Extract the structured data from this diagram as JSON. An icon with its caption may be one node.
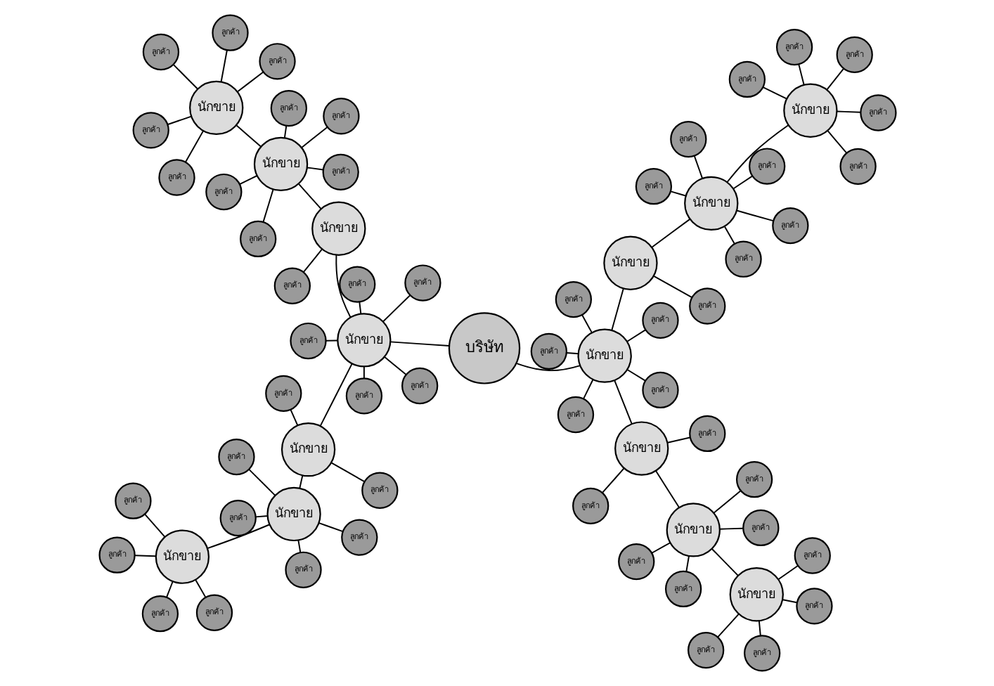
{
  "diagram": {
    "nodes": [
      {
        "text": [
          "บริษัท"
        ]
      },
      {
        "text": [
          "นักขาย"
        ]
      },
      {
        "text": [
          "นักขาย"
        ]
      },
      {
        "text": [
          "นักขาย"
        ]
      },
      {
        "text": [
          "นักขาย"
        ]
      },
      {
        "text": [
          "นักขาย"
        ]
      },
      {
        "text": [
          "นักขาย"
        ]
      },
      {
        "text": [
          "นักขาย"
        ]
      },
      {
        "text": [
          "นักขาย"
        ]
      },
      {
        "text": [
          "นักขาย"
        ]
      },
      {
        "text": [
          "นักขาย"
        ]
      },
      {
        "text": [
          "นักขาย"
        ]
      },
      {
        "text": [
          "นักขาย"
        ]
      },
      {
        "text": [
          "นักขาย"
        ]
      },
      {
        "text": [
          "นักขาย"
        ]
      },
      {
        "text": [
          "ลูกค้า"
        ]
      },
      {
        "text": [
          "ลูกค้า"
        ]
      },
      {
        "text": [
          "ลูกค้า"
        ]
      },
      {
        "text": [
          "ลูกค้า"
        ]
      },
      {
        "text": [
          "ลูกค้า"
        ]
      },
      {
        "text": [
          "ลูกค้า"
        ]
      },
      {
        "text": [
          "ลูกค้า"
        ]
      },
      {
        "text": [
          "ลูกค้า"
        ]
      },
      {
        "text": [
          "ลูกค้า"
        ]
      },
      {
        "text": [
          "ลูกค้า"
        ]
      },
      {
        "text": [
          "ลูกค้า"
        ]
      },
      {
        "text": [
          "ลูกค้า"
        ]
      },
      {
        "text": [
          "ลูกค้า"
        ]
      },
      {
        "text": [
          "ลูกค้า"
        ]
      },
      {
        "text": [
          "ลูกค้า"
        ]
      },
      {
        "text": [
          "ลูกค้า"
        ]
      },
      {
        "text": [
          "ลูกค้า"
        ]
      },
      {
        "text": [
          "ลูกค้า"
        ]
      },
      {
        "text": [
          "ลูกค้า"
        ]
      },
      {
        "text": [
          "ลูกค้า"
        ]
      },
      {
        "text": [
          "ลูกค้า"
        ]
      },
      {
        "text": [
          "ลูกค้า"
        ]
      },
      {
        "text": [
          "ลูกค้า"
        ]
      },
      {
        "text": [
          "ลูกค้า"
        ]
      },
      {
        "text": [
          "ลูกค้า"
        ]
      },
      {
        "text": [
          "ลูกค้า"
        ]
      },
      {
        "text": [
          "ลูกค้า"
        ]
      },
      {
        "text": [
          "ลูกค้า"
        ]
      },
      {
        "text": [
          "ลูกค้า"
        ]
      },
      {
        "text": [
          "ลูกค้า"
        ]
      },
      {
        "text": [
          "ลูกค้า"
        ]
      },
      {
        "text": [
          "ลูกค้า"
        ]
      },
      {
        "text": [
          "ลูกค้า"
        ]
      },
      {
        "text": [
          "ลูกค้า"
        ]
      },
      {
        "text": [
          "ลูกค้า"
        ]
      },
      {
        "text": [
          "ลูกค้า"
        ]
      },
      {
        "text": [
          "ลูกค้า"
        ]
      },
      {
        "text": [
          "ลูกค้า"
        ]
      },
      {
        "text": [
          "ลูกค้า"
        ]
      },
      {
        "text": [
          "ลูกค้า"
        ]
      },
      {
        "text": [
          "ลูกค้า"
        ]
      },
      {
        "text": [
          "ลูกค้า"
        ]
      },
      {
        "text": [
          "ลูกค้า"
        ]
      },
      {
        "text": [
          "ลูกค้า"
        ]
      },
      {
        "text": [
          "ลูกค้า"
        ]
      },
      {
        "text": [
          "ลูกค้า"
        ]
      },
      {
        "text": [
          "ลูกค้า"
        ]
      },
      {
        "text": [
          "ลูกค้า"
        ]
      },
      {
        "text": [
          "ลูกค้า"
        ]
      },
      {
        "text": [
          "ลูกค้า"
        ]
      },
      {
        "text": [
          "ลูกค้า"
        ]
      },
      {
        "text": [
          "ลูกค้า"
        ]
      }
    ],
    "edges": [
      {
        "from": 0,
        "to": 2,
        "arrow": "none"
      },
      {
        "from": 0,
        "to": 3,
        "arrow": "none"
      },
      {
        "from": 2,
        "to": 1,
        "arrow": "none"
      },
      {
        "from": 1,
        "to": 5,
        "arrow": "none"
      },
      {
        "from": 5,
        "to": 9,
        "arrow": "none"
      },
      {
        "from": 2,
        "to": 6,
        "arrow": "none"
      },
      {
        "from": 6,
        "to": 10,
        "arrow": "none"
      },
      {
        "from": 10,
        "to": 13,
        "arrow": "none"
      },
      {
        "from": 3,
        "to": 7,
        "arrow": "none"
      },
      {
        "from": 7,
        "to": 11,
        "arrow": "none"
      },
      {
        "from": 11,
        "to": 14,
        "arrow": "none"
      },
      {
        "from": 3,
        "to": 4,
        "arrow": "none"
      },
      {
        "from": 4,
        "to": 8,
        "arrow": "none"
      },
      {
        "from": 8,
        "to": 12,
        "arrow": "none"
      },
      {
        "from": 1,
        "to": 15,
        "arrow": "none"
      },
      {
        "from": 1,
        "to": 16,
        "arrow": "none"
      },
      {
        "from": 2,
        "to": 17,
        "arrow": "none"
      },
      {
        "from": 2,
        "to": 18,
        "arrow": "none"
      },
      {
        "from": 2,
        "to": 19,
        "arrow": "none"
      },
      {
        "from": 2,
        "to": 20,
        "arrow": "none"
      },
      {
        "from": 2,
        "to": 21,
        "arrow": "none"
      },
      {
        "from": 3,
        "to": 22,
        "arrow": "none"
      },
      {
        "from": 3,
        "to": 23,
        "arrow": "none"
      },
      {
        "from": 3,
        "to": 24,
        "arrow": "none"
      },
      {
        "from": 3,
        "to": 25,
        "arrow": "none"
      },
      {
        "from": 3,
        "to": 26,
        "arrow": "none"
      },
      {
        "from": 4,
        "to": 27,
        "arrow": "none"
      },
      {
        "from": 4,
        "to": 28,
        "arrow": "none"
      },
      {
        "from": 5,
        "to": 29,
        "arrow": "none"
      },
      {
        "from": 5,
        "to": 30,
        "arrow": "none"
      },
      {
        "from": 5,
        "to": 31,
        "arrow": "none"
      },
      {
        "from": 5,
        "to": 32,
        "arrow": "none"
      },
      {
        "from": 6,
        "to": 33,
        "arrow": "none"
      },
      {
        "from": 7,
        "to": 34,
        "arrow": "none"
      },
      {
        "from": 8,
        "to": 35,
        "arrow": "none"
      },
      {
        "from": 8,
        "to": 36,
        "arrow": "none"
      },
      {
        "from": 8,
        "to": 37,
        "arrow": "none"
      },
      {
        "from": 8,
        "to": 38,
        "arrow": "none"
      },
      {
        "from": 9,
        "to": 39,
        "arrow": "none"
      },
      {
        "from": 9,
        "to": 40,
        "arrow": "none"
      },
      {
        "from": 9,
        "to": 41,
        "arrow": "none"
      },
      {
        "from": 9,
        "to": 42,
        "arrow": "none"
      },
      {
        "from": 10,
        "to": 43,
        "arrow": "none"
      },
      {
        "from": 10,
        "to": 44,
        "arrow": "none"
      },
      {
        "from": 10,
        "to": 45,
        "arrow": "none"
      },
      {
        "from": 10,
        "to": 46,
        "arrow": "none"
      },
      {
        "from": 10,
        "to": 47,
        "arrow": "none"
      },
      {
        "from": 11,
        "to": 48,
        "arrow": "none"
      },
      {
        "from": 11,
        "to": 49,
        "arrow": "none"
      },
      {
        "from": 11,
        "to": 50,
        "arrow": "none"
      },
      {
        "from": 11,
        "to": 51,
        "arrow": "none"
      },
      {
        "from": 11,
        "to": 52,
        "arrow": "none"
      },
      {
        "from": 12,
        "to": 53,
        "arrow": "none"
      },
      {
        "from": 12,
        "to": 54,
        "arrow": "none"
      },
      {
        "from": 12,
        "to": 55,
        "arrow": "none"
      },
      {
        "from": 12,
        "to": 56,
        "arrow": "none"
      },
      {
        "from": 13,
        "to": 57,
        "arrow": "none"
      },
      {
        "from": 13,
        "to": 58,
        "arrow": "none"
      },
      {
        "from": 13,
        "to": 59,
        "arrow": "none"
      },
      {
        "from": 13,
        "to": 60,
        "arrow": "none"
      },
      {
        "from": 13,
        "to": 61,
        "arrow": "none"
      },
      {
        "from": 14,
        "to": 62,
        "arrow": "none"
      },
      {
        "from": 14,
        "to": 63,
        "arrow": "none"
      },
      {
        "from": 14,
        "to": 64,
        "arrow": "none"
      },
      {
        "from": 14,
        "to": 65,
        "arrow": "none"
      },
      {
        "from": 14,
        "to": 66,
        "arrow": "none"
      }
    ]
  }
}
